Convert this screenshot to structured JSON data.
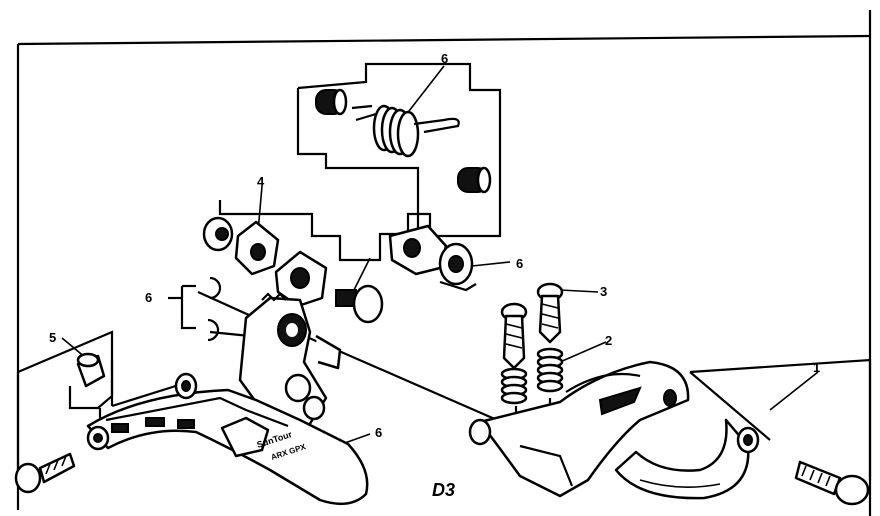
{
  "diagram": {
    "page_code": "D3",
    "brand_mark": "SunTour",
    "model_mark": "ARX GPX",
    "callouts": [
      {
        "id": "c6-spring",
        "text": "6"
      },
      {
        "id": "c4",
        "text": "4"
      },
      {
        "id": "c6-pivot",
        "text": "6"
      },
      {
        "id": "c6-clips",
        "text": "6"
      },
      {
        "id": "c3",
        "text": "3"
      },
      {
        "id": "c2",
        "text": "2"
      },
      {
        "id": "c5",
        "text": "5"
      },
      {
        "id": "c1",
        "text": "1"
      },
      {
        "id": "c6-cage",
        "text": "6"
      }
    ]
  }
}
